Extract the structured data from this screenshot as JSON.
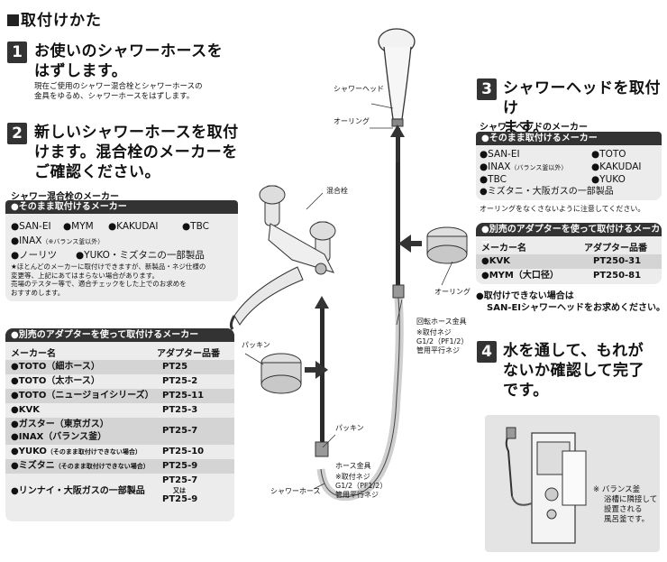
{
  "title": "取付けかた",
  "step1": {
    "num": "1",
    "title": [
      "お使いのシャワーホースを",
      "はずします。"
    ],
    "desc": [
      "現在ご使用のシャワー混合栓とシャワーホースの",
      "金具をゆるめ、シャワーホースをはずします。"
    ]
  },
  "step2": {
    "num": "2",
    "title": [
      "新しいシャワーホースを取付",
      "けます。混合栓のメーカーを",
      "ご確認ください。"
    ],
    "maker_heading": "シャワー混合栓のメーカー",
    "direct": {
      "heading": "●そのまま取付けるメーカー",
      "row1": [
        "●SAN-EI",
        "●MYM",
        "●KAKUDAI",
        "●TBC"
      ],
      "row2_main": "●INAX",
      "row2_note": "（※バランス釜以外）",
      "row3": [
        "●ノーリツ",
        "●YUKO・ミズタニの一部製品"
      ],
      "note": [
        "★ほとんどのメーカーに取付けできますが、新製品・ネジ仕様の",
        "変更等、上記にあてはまらない場合があります。",
        "売場のテスター等で、適合チェックをした上でのお求めを",
        "おすすめします。"
      ]
    },
    "adapter": {
      "heading": "●別売のアダプターを使って取付けるメーカー",
      "col_maker": "メーカー名",
      "col_code": "アダプター品番",
      "rows": [
        {
          "maker": "●TOTO（細ホース）",
          "code": "PT25"
        },
        {
          "maker": "●TOTO（太ホース）",
          "code": "PT25-2"
        },
        {
          "maker": "●TOTO（ニュージョイシリーズ）",
          "code": "PT25-11"
        },
        {
          "maker": "●KVK",
          "code": "PT25-3"
        },
        {
          "maker": "●ガスター（東京ガス）",
          "maker2": "●INAX（バランス釜）",
          "code": "PT25-7"
        },
        {
          "maker": "●YUKO",
          "note": "（そのまま取付けできない場合）",
          "code": "PT25-10"
        },
        {
          "maker": "●ミズタニ",
          "note": "（そのまま取付けできない場合）",
          "code": "PT25-9"
        },
        {
          "maker": "●リンナイ・大阪ガスの一部製品",
          "code": "PT25-7",
          "code_or": "又は",
          "code2": "PT25-9"
        }
      ]
    }
  },
  "step3": {
    "num": "3",
    "title": [
      "シャワーヘッドを取付け",
      "ます。"
    ],
    "maker_heading": "シャワーヘッドのメーカー",
    "direct": {
      "heading": "●そのまま取付けるメーカー",
      "col1": [
        "●SAN-EI",
        "●INAX",
        "●TBC",
        "●ミズタニ・大阪ガスの一部製品"
      ],
      "inax_note": "（バランス釜以外）",
      "col2": [
        "●TOTO",
        "●KAKUDAI",
        "●YUKO"
      ],
      "note": "オーリングをなくさないように注意してください。"
    },
    "adapter": {
      "heading": "●別売のアダプターを使って取付けるメーカー",
      "col_maker": "メーカー名",
      "col_code": "アダプター品番",
      "rows": [
        {
          "maker": "●KVK",
          "code": "PT250-31"
        },
        {
          "maker": "●MYM（大口径）",
          "code": "PT250-81"
        }
      ]
    },
    "cannot": [
      "●取付けできない場合は",
      "SAN-EIシャワーヘッドをお求めください。"
    ]
  },
  "step4": {
    "num": "4",
    "title": [
      "水を通して、もれが",
      "ないか確認して完了",
      "です。"
    ]
  },
  "diagram": {
    "shower_head": "シャワーヘッド",
    "o_ring_top": "オーリング",
    "mixer": "混合栓",
    "o_ring_right": "オーリング",
    "rotating": "回転ホース金具",
    "rotating_note": [
      "※取付ネジ",
      "G1/2（PF1/2）",
      "管用平行ネジ"
    ],
    "packing_left": "パッキン",
    "packing_bottom": "パッキン",
    "hose_fitting": "ホース金具",
    "hose_note": [
      "※取付ネジ",
      "G1/2（PF1/2）",
      "管用平行ネジ"
    ],
    "shower_hose": "シャワーホース",
    "balance_note": [
      "※ バランス釜",
      "浴槽に隣接して",
      "設置される",
      "風呂釜です。"
    ]
  },
  "colors": {
    "dark": "#333333",
    "panel": "#ececec",
    "shade": "#d4d4d4"
  }
}
